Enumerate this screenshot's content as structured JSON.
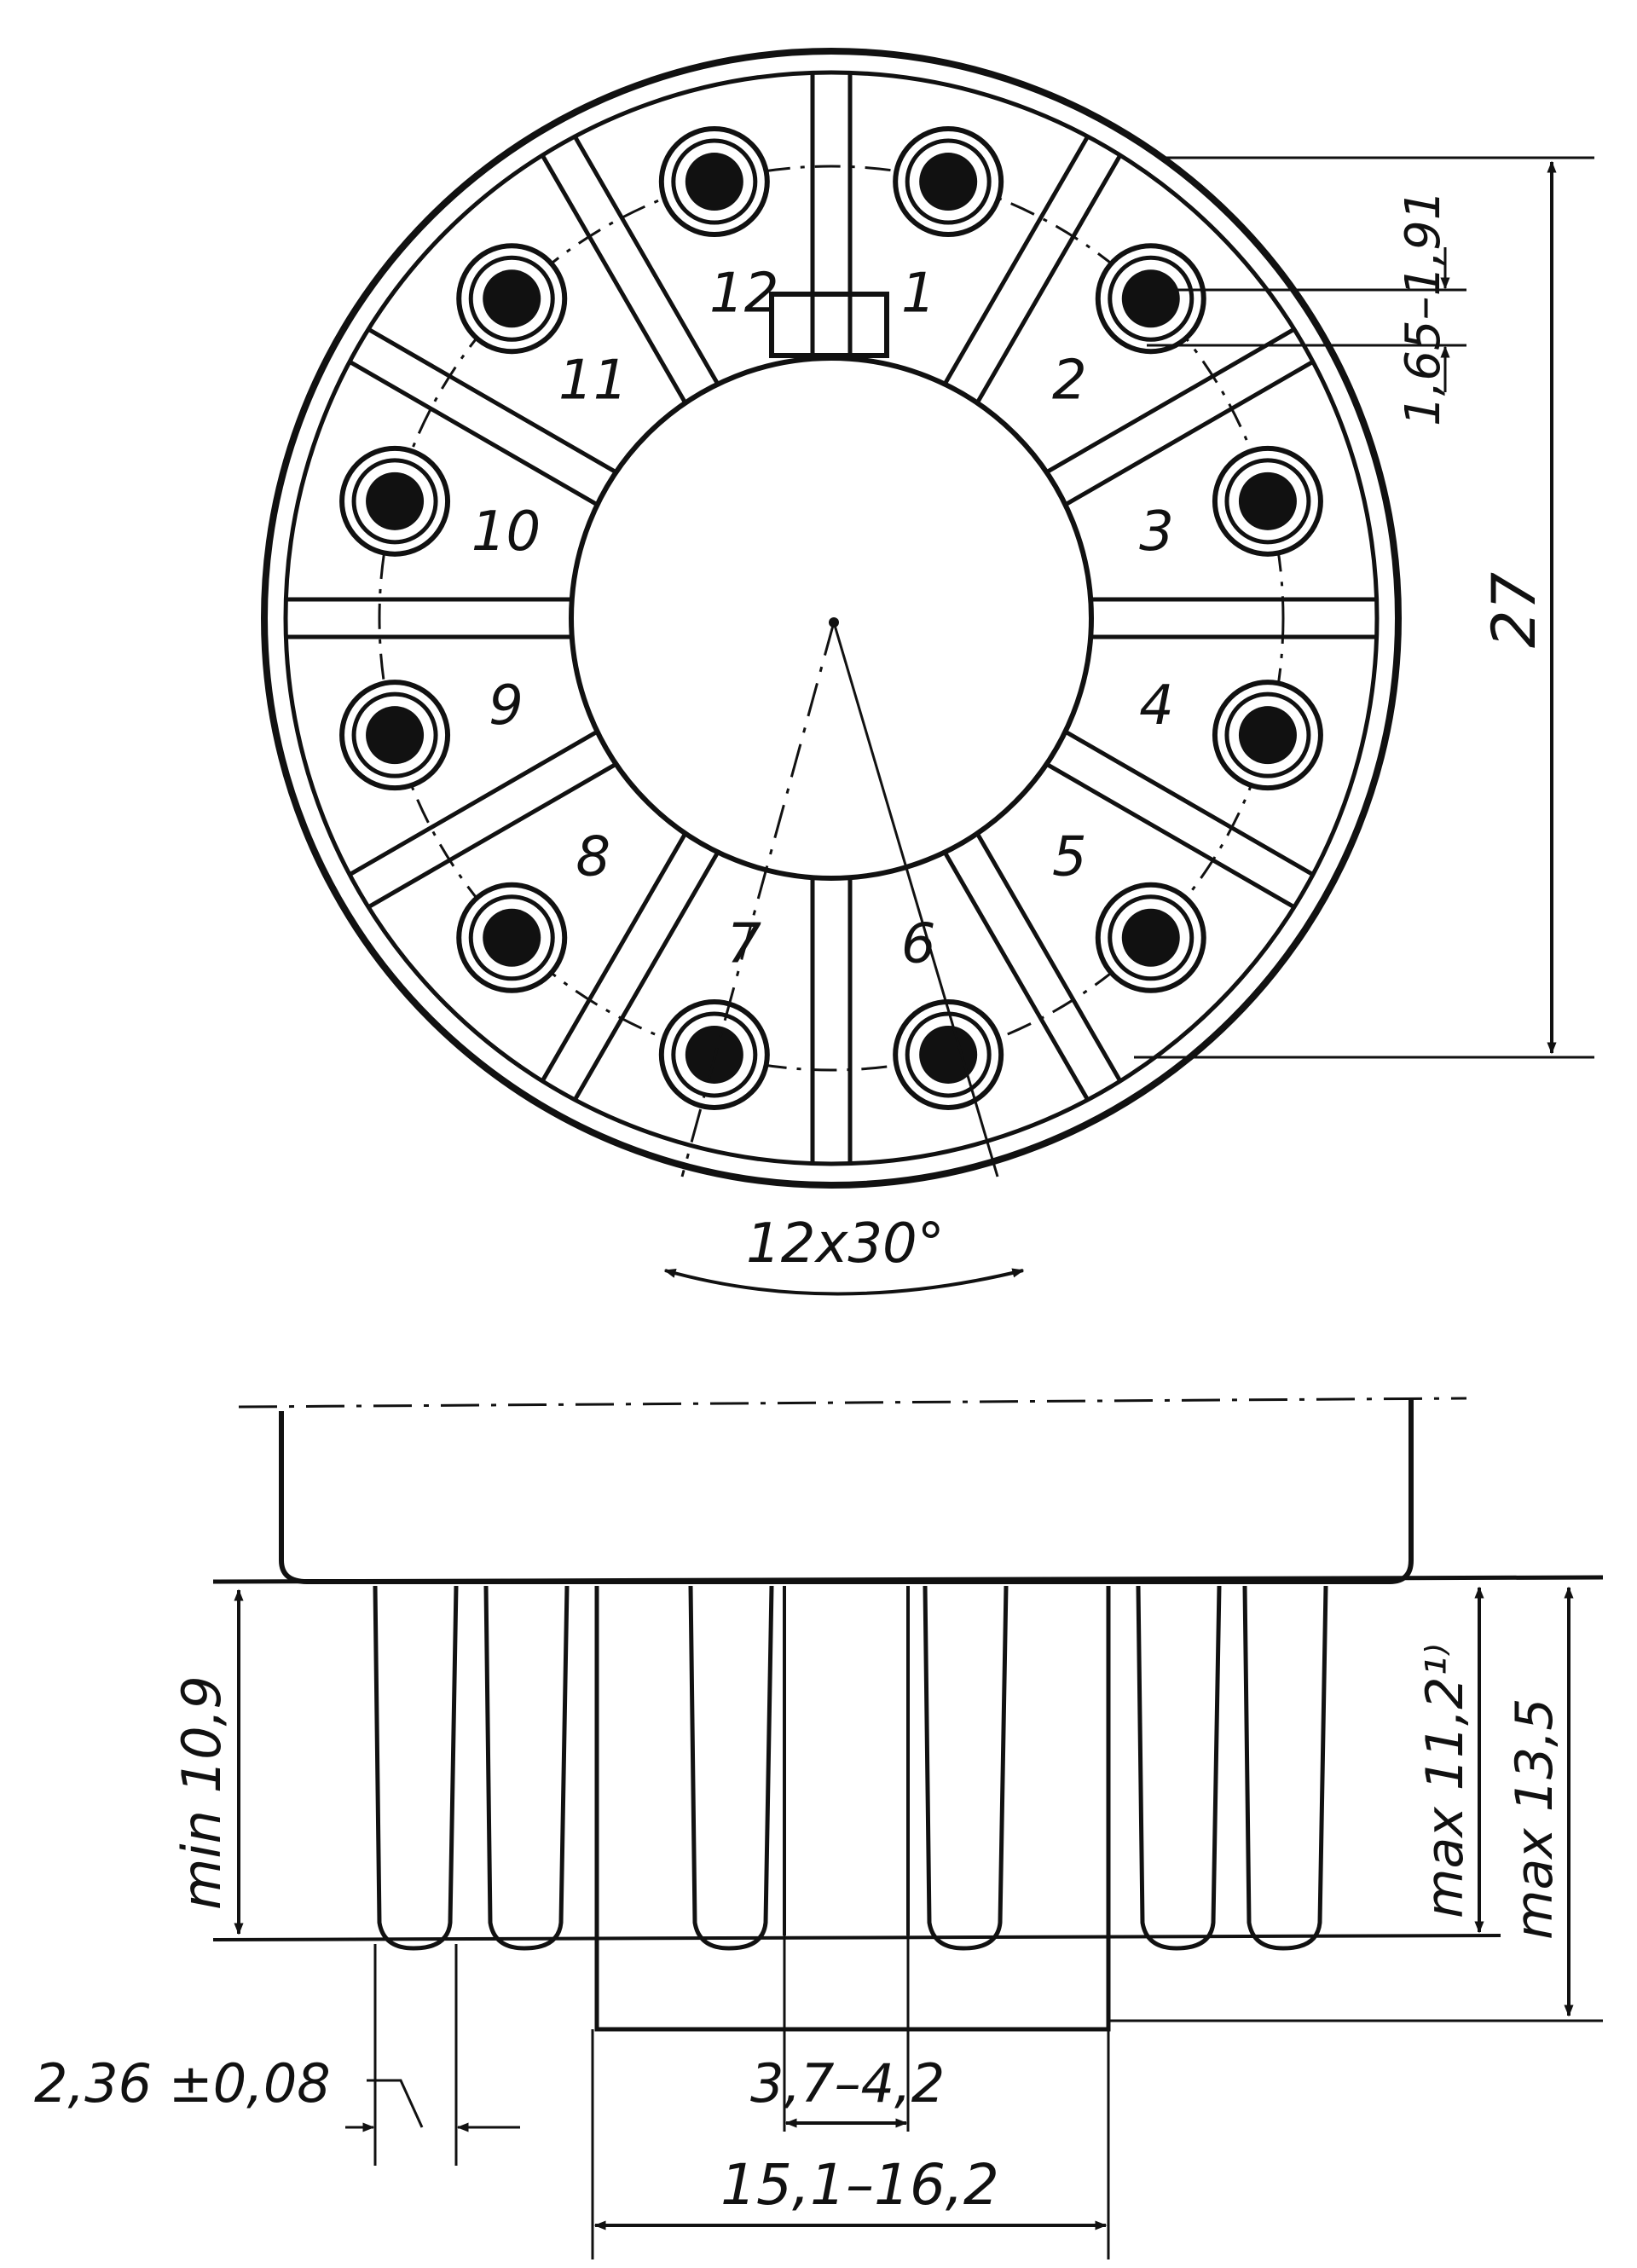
{
  "colors": {
    "ink": "#111111",
    "paper": "#ffffff"
  },
  "top_view": {
    "pin_labels": [
      "1",
      "2",
      "3",
      "4",
      "5",
      "6",
      "7",
      "8",
      "9",
      "10",
      "11",
      "12"
    ],
    "dim_diameter": "27",
    "dim_pin_dia_a": "1,91",
    "dim_pin_dia_b": "1,65",
    "dim_pin_dia_sep": "–",
    "dim_angle": "12x30°"
  },
  "side_view": {
    "dim_min_height": "min 10,9",
    "dim_max_height_1": "max 11,2¹⁾",
    "dim_max_height_2": "max 13,5",
    "dim_pin_width": "2,36 ±0,08",
    "dim_key_width": "3,7–4,2",
    "dim_base_width": "15,1–16,2"
  }
}
